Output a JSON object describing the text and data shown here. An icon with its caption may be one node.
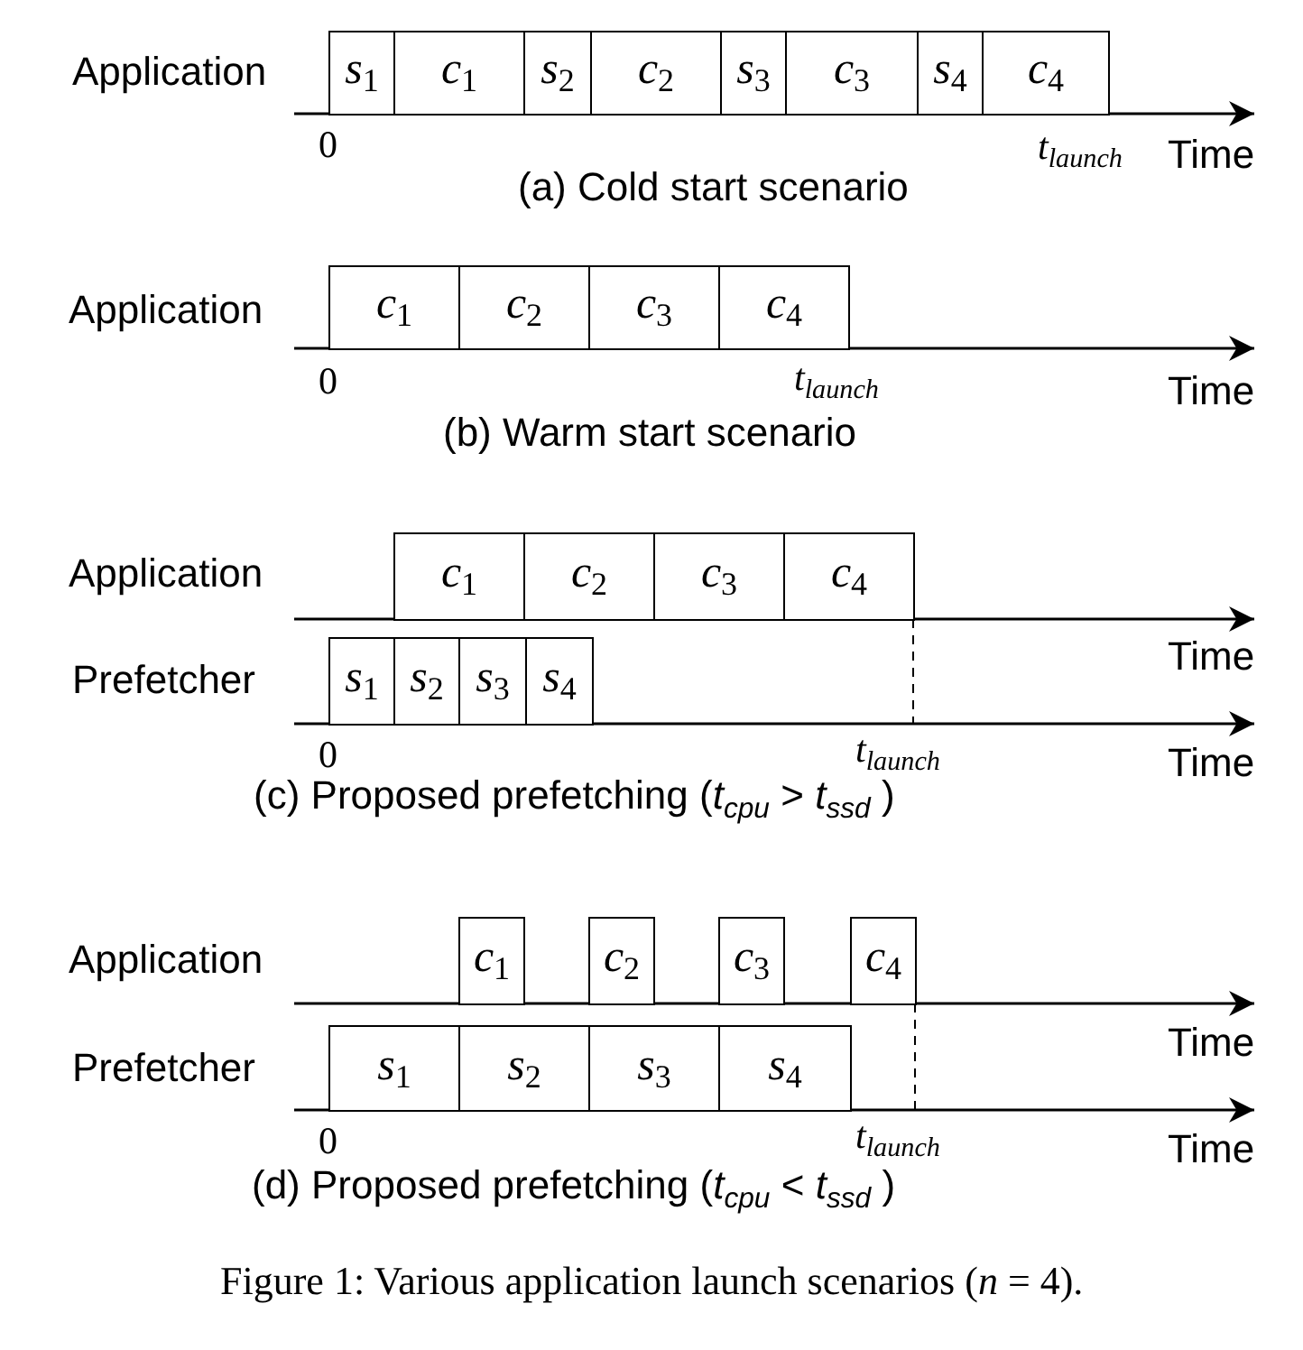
{
  "diagram": {
    "caption": "Figure 1: Various application launch scenarios (*n* = 4).",
    "nodes": [
      {
        "text": [
          "*s*$_{1}$"
        ]
      },
      {
        "text": [
          "*c*$_{1}$"
        ]
      },
      {
        "text": [
          "*s*$_{2}$"
        ]
      },
      {
        "text": [
          "*c*$_{2}$"
        ]
      },
      {
        "text": [
          "*s*$_{3}$"
        ]
      },
      {
        "text": [
          "*c*$_{3}$"
        ]
      },
      {
        "text": [
          "*s*$_{4}$"
        ]
      },
      {
        "text": [
          "*c*$_{4}$"
        ]
      },
      {
        "text": [
          "*c*$_{1}$"
        ]
      },
      {
        "text": [
          "*c*$_{2}$"
        ]
      },
      {
        "text": [
          "*c*$_{3}$"
        ]
      },
      {
        "text": [
          "*c*$_{4}$"
        ]
      },
      {
        "text": [
          "*c*$_{1}$"
        ]
      },
      {
        "text": [
          "*c*$_{2}$"
        ]
      },
      {
        "text": [
          "*c*$_{3}$"
        ]
      },
      {
        "text": [
          "*c*$_{4}$"
        ]
      },
      {
        "text": [
          "*s*$_{1}$"
        ]
      },
      {
        "text": [
          "*s*$_{2}$"
        ]
      },
      {
        "text": [
          "*s*$_{3}$"
        ]
      },
      {
        "text": [
          "*s*$_{4}$"
        ]
      },
      {
        "text": [
          "*c*$_{1}$"
        ]
      },
      {
        "text": [
          "*c*$_{2}$"
        ]
      },
      {
        "text": [
          "*c*$_{3}$"
        ]
      },
      {
        "text": [
          "*c*$_{4}$"
        ]
      },
      {
        "text": [
          "*s*$_{1}$"
        ]
      },
      {
        "text": [
          "*s*$_{2}$"
        ]
      },
      {
        "text": [
          "*s*$_{3}$"
        ]
      },
      {
        "text": [
          "*s*$_{4}$"
        ]
      }
    ],
    "labels": [
      "Application",
      "0",
      "*t*$_{launch}$",
      "Time",
      "(a) Cold start scenario",
      "Application",
      "0",
      "*t*$_{launch}$",
      "Time",
      "(b) Warm start scenario",
      "Application",
      "Time",
      "Prefetcher",
      "0",
      "*t*$_{launch}$",
      "Time",
      "(c) Proposed prefetching (*t*$_{cpu}$ > *t*$_{ssd}$ )",
      "Application",
      "Time",
      "Prefetcher",
      "0",
      "*t*$_{launch}$",
      "Time",
      "(d) Proposed prefetching (*t*$_{cpu}$ < *t*$_{ssd}$ )"
    ]
  }
}
